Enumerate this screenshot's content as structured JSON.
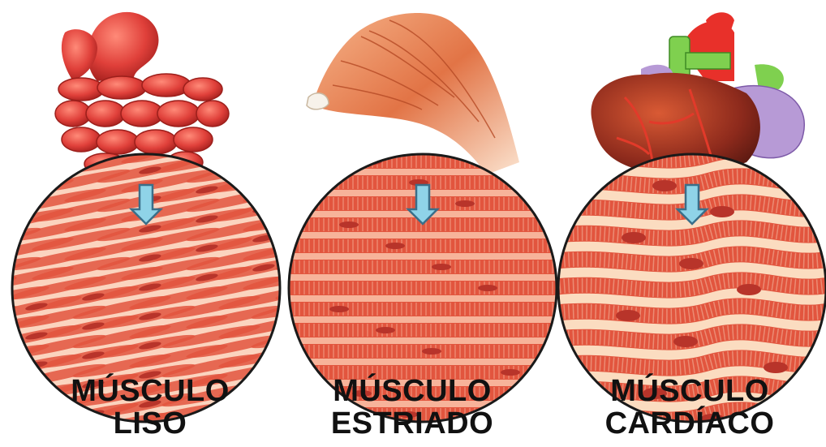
{
  "panels": [
    {
      "title": "MÚSCULO",
      "subtitle": "LISO",
      "organ_icon": "intestine-icon",
      "tissue": "smooth-muscle-tissue"
    },
    {
      "title": "MÚSCULO",
      "subtitle": "ESTRIADO",
      "organ_icon": "arm-muscle-icon",
      "tissue": "striated-muscle-tissue"
    },
    {
      "title": "MÚSCULO",
      "subtitle": "CARDÍACO",
      "organ_icon": "heart-icon",
      "tissue": "cardiac-muscle-tissue"
    }
  ],
  "colors": {
    "tissue_base": "#f3a58c",
    "tissue_fiber": "#e2553e",
    "tissue_dark": "#b8342a",
    "arrow_fill": "#8fd3e8",
    "arrow_stroke": "#3a6f8a",
    "label_text": "#111111",
    "organ_red": "#d93a35",
    "muscle_orange": "#e0774a",
    "heart_green": "#7fd04f",
    "heart_purple": "#b79ad6"
  }
}
